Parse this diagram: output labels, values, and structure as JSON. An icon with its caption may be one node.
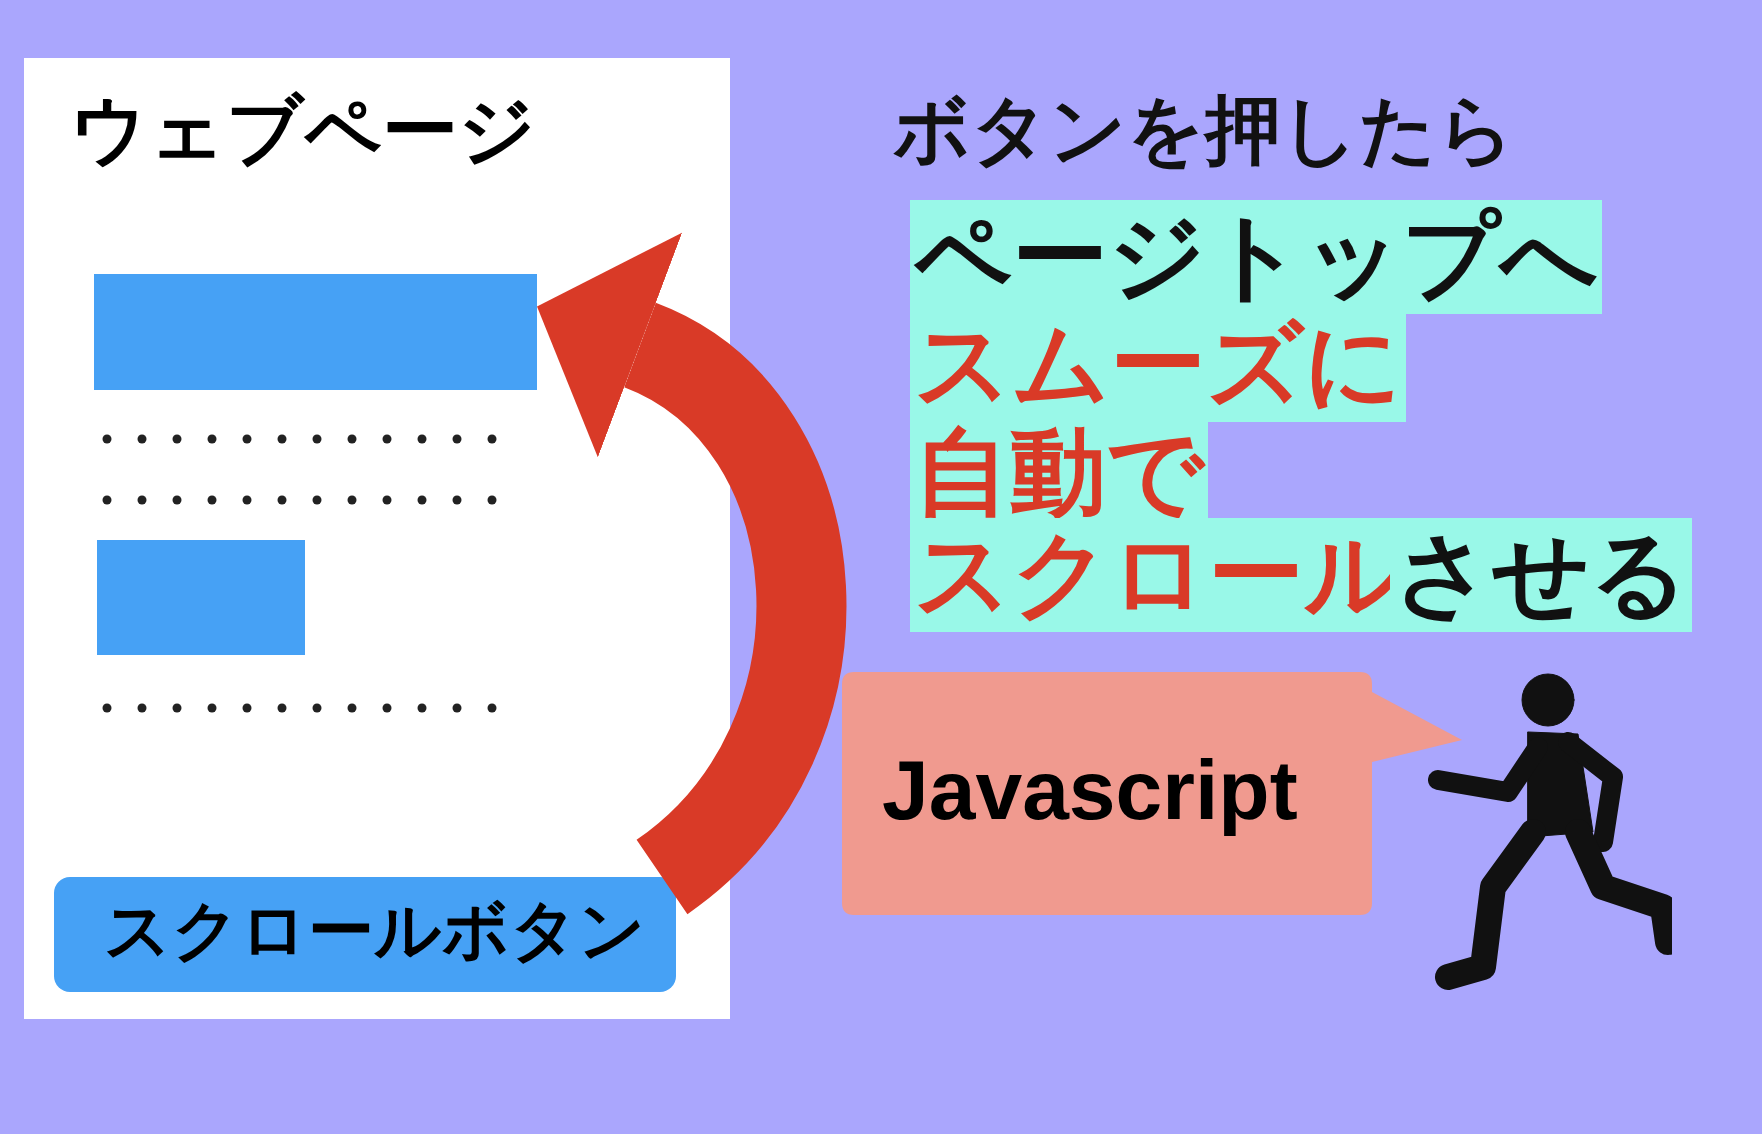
{
  "diagram": {
    "nodes": [
      {
        "text": [
          "ウェブページ"
        ]
      },
      {
        "text": [],
        "shape": "box",
        "in": 0
      },
      {
        "text": [],
        "shape": "box",
        "in": 0
      },
      {
        "text": [
          "スクロールボタン"
        ],
        "in": 0
      },
      {
        "text": [
          "Javascript"
        ]
      },
      {
        "text": [],
        "shape": "person"
      }
    ],
    "edges": [
      {
        "from": 3,
        "to": 1,
        "arrow": "to",
        "color": "#d93a27"
      }
    ],
    "labels": [
      "ボタンを押したら",
      "ページトップへ",
      "スムーズに",
      "自動で",
      "スクロール",
      "させる"
    ]
  }
}
